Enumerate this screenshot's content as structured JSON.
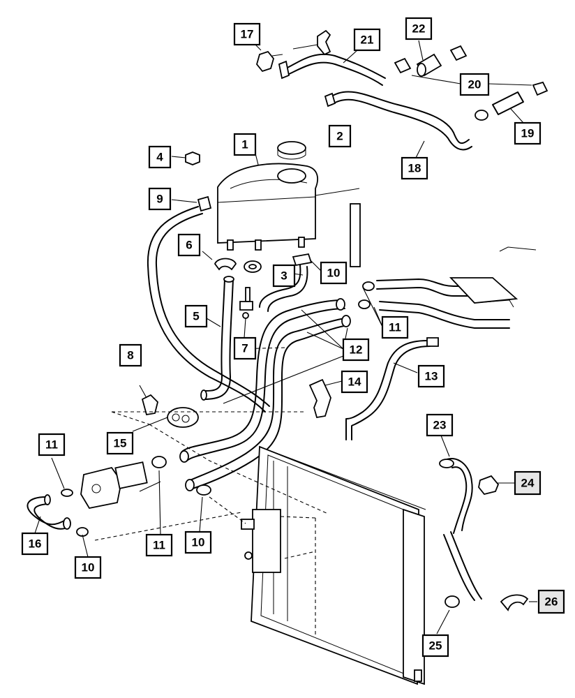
{
  "callouts": [
    {
      "id": "c1",
      "label": "1"
    },
    {
      "id": "c2",
      "label": "2"
    },
    {
      "id": "c3",
      "label": "3"
    },
    {
      "id": "c4",
      "label": "4"
    },
    {
      "id": "c5",
      "label": "5"
    },
    {
      "id": "c6",
      "label": "6"
    },
    {
      "id": "c7",
      "label": "7"
    },
    {
      "id": "c8",
      "label": "8"
    },
    {
      "id": "c9",
      "label": "9"
    },
    {
      "id": "c10a",
      "label": "10"
    },
    {
      "id": "c10b",
      "label": "10"
    },
    {
      "id": "c10c",
      "label": "10"
    },
    {
      "id": "c11a",
      "label": "11"
    },
    {
      "id": "c11b",
      "label": "11"
    },
    {
      "id": "c11c",
      "label": "11"
    },
    {
      "id": "c12",
      "label": "12"
    },
    {
      "id": "c13",
      "label": "13"
    },
    {
      "id": "c14",
      "label": "14"
    },
    {
      "id": "c15",
      "label": "15"
    },
    {
      "id": "c16",
      "label": "16"
    },
    {
      "id": "c17",
      "label": "17"
    },
    {
      "id": "c18",
      "label": "18"
    },
    {
      "id": "c19",
      "label": "19"
    },
    {
      "id": "c20",
      "label": "20"
    },
    {
      "id": "c21",
      "label": "21"
    },
    {
      "id": "c22",
      "label": "22"
    },
    {
      "id": "c23",
      "label": "23"
    },
    {
      "id": "c24",
      "label": "24"
    },
    {
      "id": "c25",
      "label": "25"
    },
    {
      "id": "c26",
      "label": "26"
    }
  ]
}
